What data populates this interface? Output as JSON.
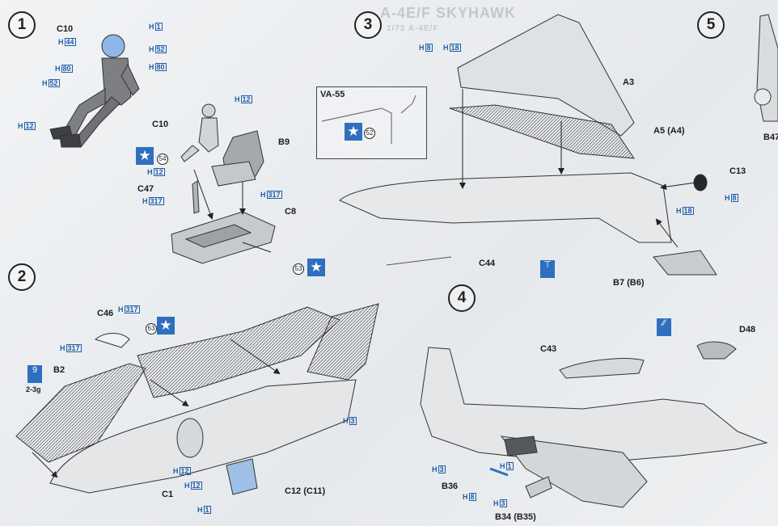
{
  "header_title": "A-4E/F SKYHAWK",
  "header_sub": "1/72 A-4E/F",
  "steps": [
    "1",
    "2",
    "3",
    "4",
    "5"
  ],
  "step1": {
    "labels": [
      "C10"
    ],
    "codes": [
      {
        "p": "H",
        "n": "1"
      },
      {
        "p": "H",
        "n": "44"
      },
      {
        "p": "H",
        "n": "52"
      },
      {
        "p": "H",
        "n": "80"
      },
      {
        "p": "H",
        "n": "80"
      },
      {
        "p": "H",
        "n": "52"
      },
      {
        "p": "H",
        "n": "12"
      }
    ],
    "seat": {
      "labels": [
        "C10",
        "B9",
        "C47",
        "C8"
      ],
      "codes": [
        {
          "p": "H",
          "n": "12"
        },
        {
          "p": "H",
          "n": "12"
        },
        {
          "p": "H",
          "n": "317"
        },
        {
          "p": "H",
          "n": "317"
        }
      ],
      "refs": [
        "54",
        "53"
      ]
    }
  },
  "step2": {
    "labels": [
      "C46",
      "B2",
      "2-3g",
      "C1",
      "C12 (C11)"
    ],
    "codes": [
      {
        "p": "H",
        "n": "317"
      },
      {
        "p": "H",
        "n": "317"
      },
      {
        "p": "H",
        "n": "3"
      },
      {
        "p": "H",
        "n": "12"
      },
      {
        "p": "H",
        "n": "12"
      },
      {
        "p": "H",
        "n": "1"
      }
    ],
    "refs": [
      "63"
    ],
    "paint_code": "9"
  },
  "step3": {
    "labels": [
      "A3",
      "A5 (A4)",
      "C13",
      "C44",
      "B7 (B6)"
    ],
    "codes": [
      {
        "p": "H",
        "n": "8"
      },
      {
        "p": "H",
        "n": "18"
      },
      {
        "p": "H",
        "n": "8"
      },
      {
        "p": "H",
        "n": "18"
      }
    ],
    "inset": {
      "title": "VA-55",
      "ref": "52"
    }
  },
  "step4": {
    "labels": [
      "C43",
      "D48",
      "B36",
      "B34 (B35)"
    ],
    "codes": [
      {
        "p": "H",
        "n": "3"
      },
      {
        "p": "H",
        "n": "1"
      },
      {
        "p": "H",
        "n": "8"
      },
      {
        "p": "H",
        "n": "3"
      }
    ]
  },
  "step5": {
    "labels": [
      "B47"
    ]
  },
  "star_glyph": "★",
  "colors": {
    "ink": "#1c1c1c",
    "code_blue": "#1f5fa8",
    "marker_blue": "#2f6fbf",
    "helmet_blue": "#8fb6e8"
  }
}
